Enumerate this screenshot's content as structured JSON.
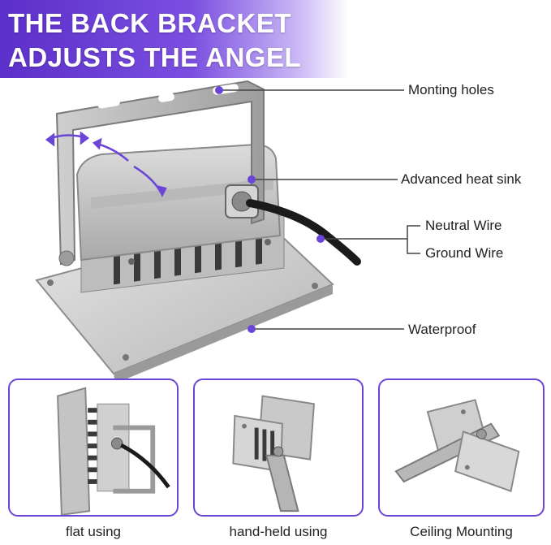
{
  "banner": {
    "line1": "THE BACK BRACKET",
    "line2": "ADJUSTS THE ANGEL"
  },
  "callouts": {
    "mounting_holes": "Monting holes",
    "heat_sink": "Advanced heat sink",
    "neutral_wire": "Neutral Wire",
    "ground_wire": "Ground Wire",
    "waterproof": "Waterproof"
  },
  "panels": [
    {
      "caption": "flat using"
    },
    {
      "caption": "hand-held using"
    },
    {
      "caption": "Ceiling Mounting"
    }
  ],
  "colors": {
    "accent": "#6b46d6",
    "housing": "#c9c9c9",
    "housing_dark": "#8f8f8f",
    "fin": "#3a3a3a"
  }
}
